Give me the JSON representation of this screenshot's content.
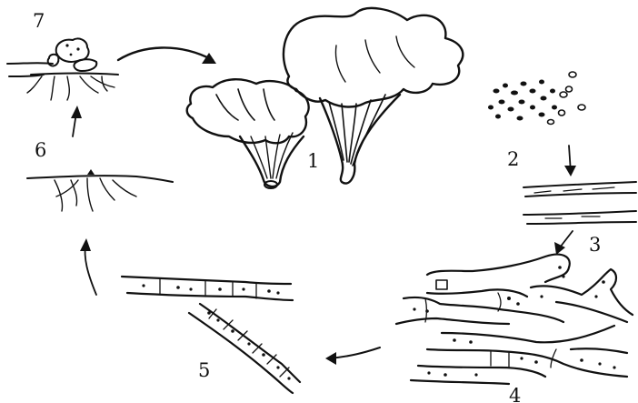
{
  "stage_labels": {
    "s1": "1",
    "s2": "2",
    "s3": "3",
    "s4": "4",
    "s5": "5",
    "s6": "6",
    "s7": "7"
  }
}
